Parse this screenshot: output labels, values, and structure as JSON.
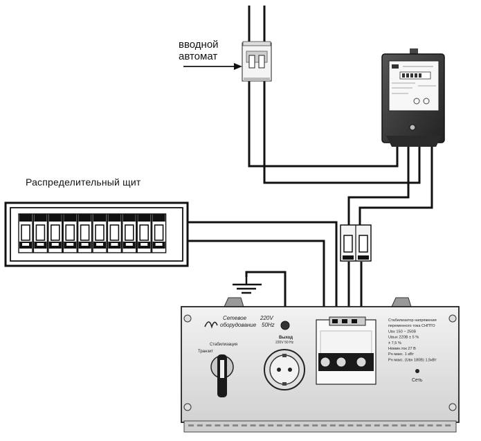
{
  "labels": {
    "input_breaker_line1": "вводной",
    "input_breaker_line2": "автомат",
    "distribution_panel": "Распределительный  щит"
  },
  "stabilizer": {
    "logo_line1": "Сетевое",
    "logo_line2": "оборудование",
    "voltage": "220V",
    "frequency": "50Hz",
    "switch_label": "Стабилизация",
    "switch_position": "Транзит",
    "socket_label": "Выход",
    "socket_spec": "220V 50 Hz",
    "indicator_label": "Сеть",
    "spec_lines": [
      "Стабилизатор напряжения",
      "переменного тока СНПТО",
      "Uвх 150 ~ 250В",
      "Uвых 220В  ± 5 %",
      "                ± 7,5 %",
      "Номин.ток 27 В",
      "Pн макс. 1 кВт",
      "Pн макс. (Uвх 180В) 1,5кВт"
    ]
  },
  "colors": {
    "wire": "#111111",
    "device_body": "#e9e9e9",
    "meter_body": "#3a3a3a"
  }
}
